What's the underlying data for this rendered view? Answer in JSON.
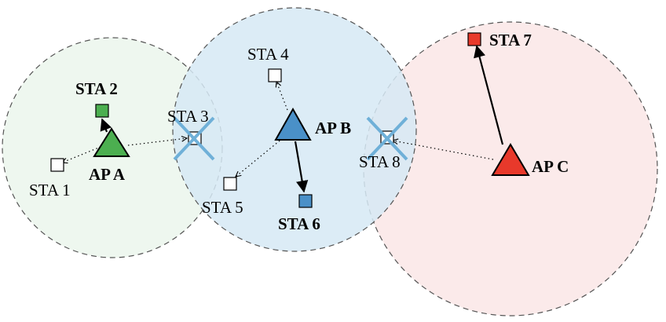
{
  "colors": {
    "ap_a": "#4caf50",
    "ap_b": "#4a90c8",
    "ap_c": "#e8392b",
    "cell_a": "#eef7ef",
    "cell_b": "#d6e9f5",
    "cell_c": "#fbeaea",
    "cross": "#6fb0d8"
  },
  "access_points": [
    {
      "label": "AP A",
      "color": "ap_a"
    },
    {
      "label": "AP B",
      "color": "ap_b"
    },
    {
      "label": "AP C",
      "color": "ap_c"
    }
  ],
  "stations": [
    {
      "label": "STA 1",
      "style": "normal",
      "fill": "none",
      "link": "dotted",
      "ap": "AP A"
    },
    {
      "label": "STA 2",
      "style": "bold",
      "fill": "ap_a",
      "link": "solid",
      "ap": "AP A"
    },
    {
      "label": "STA 3",
      "style": "normal",
      "fill": "none",
      "link": "dotted",
      "ap": "AP A",
      "blocked": true
    },
    {
      "label": "STA 4",
      "style": "normal",
      "fill": "none",
      "link": "dotted",
      "ap": "AP B"
    },
    {
      "label": "STA 5",
      "style": "normal",
      "fill": "none",
      "link": "dotted",
      "ap": "AP B"
    },
    {
      "label": "STA 6",
      "style": "bold",
      "fill": "ap_b",
      "link": "solid",
      "ap": "AP B"
    },
    {
      "label": "STA 7",
      "style": "bold",
      "fill": "ap_c",
      "link": "solid",
      "ap": "AP C"
    },
    {
      "label": "STA 8",
      "style": "normal",
      "fill": "none",
      "link": "dotted",
      "ap": "AP C",
      "blocked": true
    }
  ]
}
